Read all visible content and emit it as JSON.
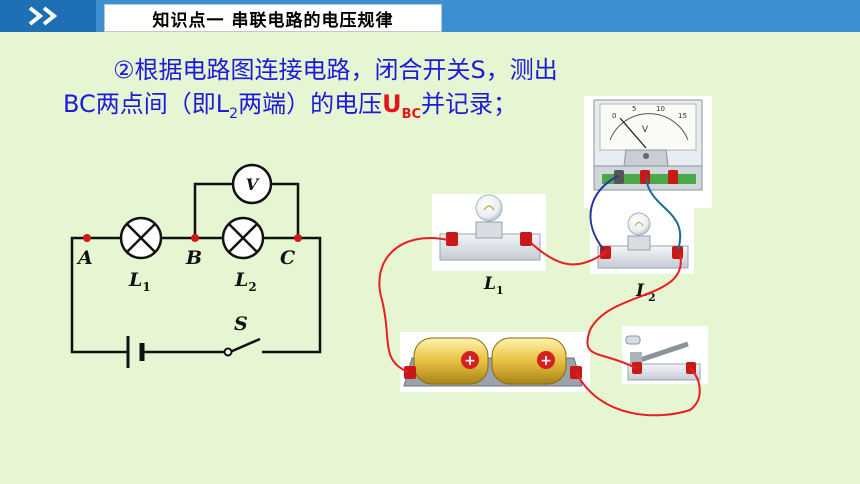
{
  "header": {
    "title": "知识点一  串联电路的电压规律"
  },
  "instruction": {
    "line1": "②根据电路图连接电路，闭合开关S，测出",
    "line2_prefix": "BC两点间（即L",
    "line2_sub": "2",
    "line2_mid": "两端）的电压",
    "voltage_symbol": "U",
    "voltage_sub": "BC",
    "line2_suffix": "并记录；"
  },
  "schematic": {
    "voltmeter_label": "V",
    "point_a": "A",
    "point_b": "B",
    "point_c": "C",
    "lamp1_label": "L",
    "lamp1_sub": "1",
    "lamp2_label": "L",
    "lamp2_sub": "2",
    "switch_label": "S"
  },
  "photo": {
    "meter_scale_0": "0",
    "meter_scale_5": "5",
    "meter_scale_10": "10",
    "meter_scale_15": "15",
    "meter_unit": "V",
    "lamp1_label": "L",
    "lamp1_sub": "1",
    "lamp2_label": "L",
    "lamp2_sub": "2",
    "battery_symbol": "+"
  },
  "colors": {
    "accent_blue": "#3d8fd0",
    "text_blue": "#1c1cd8",
    "highlight_red": "#e8141c",
    "wire_red": "#e82020",
    "background": "#e6f5d2"
  }
}
